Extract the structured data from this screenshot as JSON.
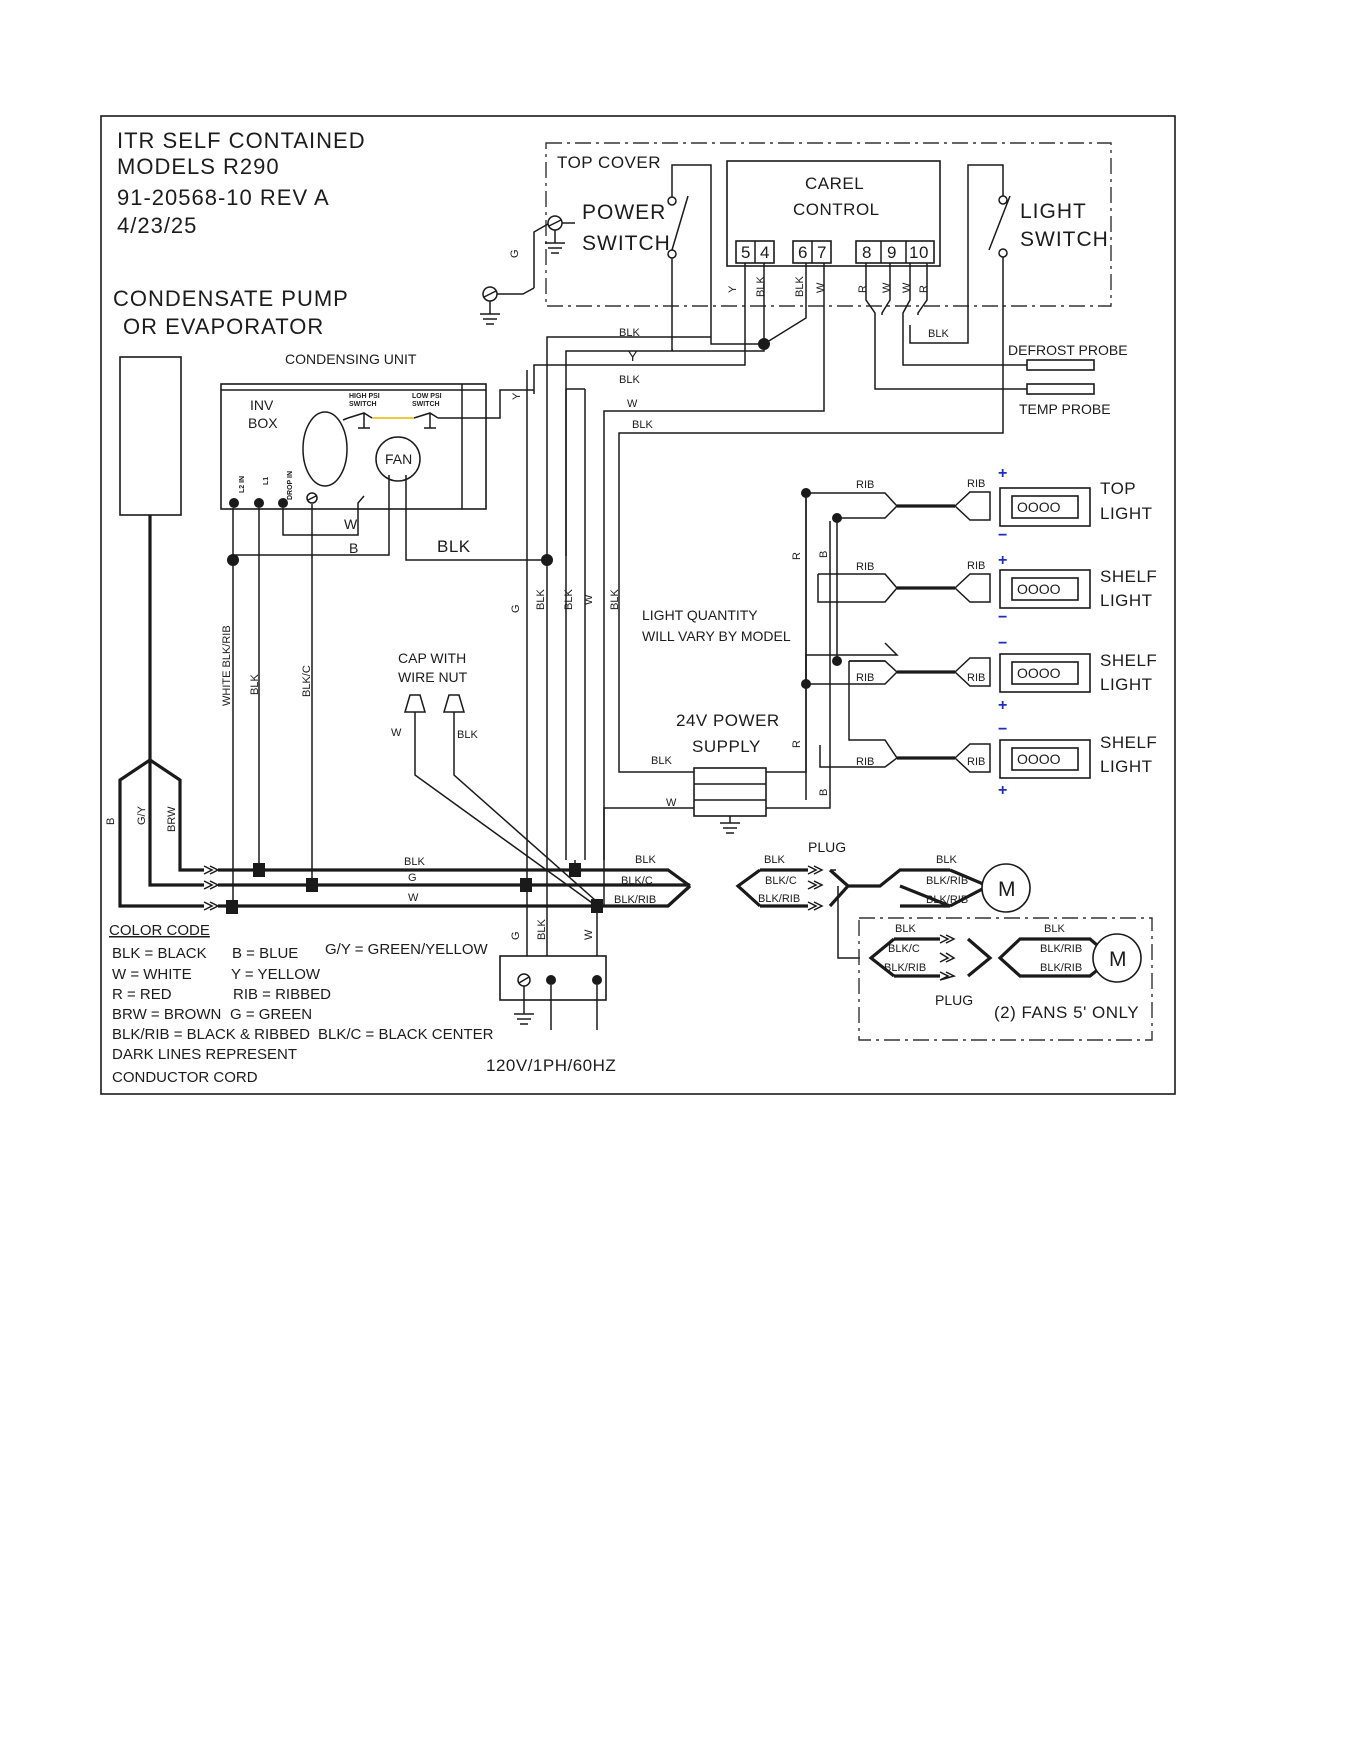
{
  "title": {
    "line1": "ITR SELF CONTAINED",
    "line2": "MODELS R290",
    "line3": "91-20568-10  REV A",
    "line4": "4/23/25"
  },
  "condensate": {
    "line1": "CONDENSATE PUMP",
    "line2": "OR EVAPORATOR"
  },
  "top_cover": {
    "label": "TOP COVER"
  },
  "power_switch": {
    "line1": "POWER",
    "line2": "SWITCH"
  },
  "light_switch": {
    "line1": "LIGHT",
    "line2": "SWITCH"
  },
  "carel": {
    "line1": "CAREL",
    "line2": "CONTROL",
    "terminals": [
      "5",
      "4",
      "6",
      "7",
      "8",
      "9",
      "10"
    ]
  },
  "condensing_unit": {
    "label": "CONDENSING UNIT",
    "inv_line1": "INV",
    "inv_line2": "BOX",
    "terminal_l2": "L2 IN",
    "terminal_l1": "L1",
    "terminal_drop": "DROP IN",
    "high_psi_1": "HIGH PSI",
    "high_psi_2": "SWITCH",
    "low_psi_1": "LOW PSI",
    "low_psi_2": "SWITCH",
    "fan": "FAN"
  },
  "probes": {
    "defrost": "DEFROST PROBE",
    "temp": "TEMP PROBE"
  },
  "lights": {
    "top_1": "TOP",
    "top_2": "LIGHT",
    "shelf_1": "SHELF",
    "shelf_2": "LIGHT",
    "lamp_glyph": "OOOO",
    "plus": "+",
    "minus": "−"
  },
  "light_note": {
    "line1": "LIGHT QUANTITY",
    "line2": "WILL VARY  BY MODEL"
  },
  "power_supply": {
    "line1": "24V POWER",
    "line2": "SUPPLY"
  },
  "cap": {
    "line1": "CAP WITH",
    "line2": "WIRE NUT"
  },
  "wires": {
    "blk": "BLK",
    "w": "W",
    "g": "G",
    "y": "Y",
    "b": "B",
    "r": "R",
    "rib": "RIB",
    "blkc": "BLK/C",
    "blkrib": "BLK/RIB",
    "gy": "G/Y",
    "brw": "BRW",
    "white_blkrib": "WHITE BLK/RIB",
    "blk_c": "BLK/C"
  },
  "plug": {
    "top": "PLUG",
    "bottom": "PLUG"
  },
  "motor": "M",
  "fans_note": "(2) FANS 5' ONLY",
  "supply": "120V/1PH/60HZ",
  "color_code": {
    "title": "COLOR CODE",
    "blk": "BLK = BLACK",
    "b": "B = BLUE",
    "gy": "G/Y = GREEN/YELLOW",
    "w": "W = WHITE",
    "y": "Y = YELLOW",
    "r": "R = RED",
    "rib": "RIB = RIBBED",
    "brw": "BRW = BROWN",
    "g": "G = GREEN",
    "blkrib": "BLK/RIB = BLACK & RIBBED",
    "blkc": "BLK/C = BLACK CENTER",
    "dark1": "DARK LINES REPRESENT",
    "dark2": "CONDUCTOR CORD"
  }
}
